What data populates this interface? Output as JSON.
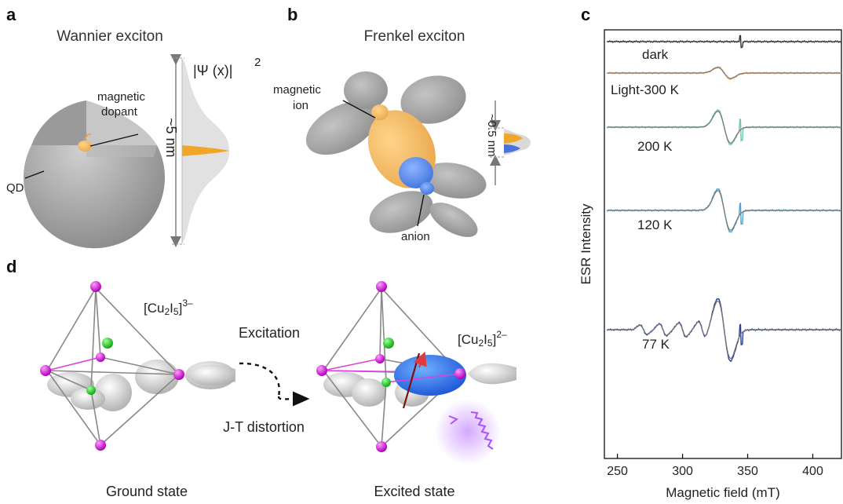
{
  "panels": {
    "a": {
      "letter": "a",
      "title": "Wannier exciton",
      "dopant_label_1": "magnetic",
      "dopant_label_2": "dopant",
      "qd_label": "QD",
      "size_label": "~5 nm",
      "wavefunction_label": "|Ψ (x)|",
      "wavefunction_exp": "2"
    },
    "b": {
      "letter": "b",
      "title": "Frenkel exciton",
      "ion_label_1": "magnetic",
      "ion_label_2": "ion",
      "anion_label": "anion",
      "size_label": "~0.5 nm"
    },
    "c": {
      "letter": "c",
      "ylabel": "ESR Intensity",
      "xlabel": "Magnetic field (mT)"
    },
    "d": {
      "letter": "d",
      "ground_formula": "[Cu",
      "ground_sub": "2",
      "ground_mid": "I",
      "ground_sub2": "5",
      "ground_close": "]",
      "ground_charge": "3–",
      "excited_charge": "2–",
      "excitation_label": "Excitation",
      "distortion_label": "J-T distortion",
      "ground_caption": "Ground state",
      "excited_caption": "Excited state"
    }
  },
  "chart_data": {
    "type": "line",
    "xlabel": "Magnetic field (mT)",
    "ylabel": "ESR Intensity",
    "xlim": [
      240,
      422
    ],
    "xticks": [
      250,
      300,
      350,
      400
    ],
    "series": [
      {
        "name": "dark",
        "color": "#333333",
        "baseline": 0.0,
        "amp": 0.0,
        "center": 335,
        "sharp": true
      },
      {
        "name": "Light-300 K",
        "color": "#f2a25c",
        "baseline": 0.0,
        "amp": 1.0,
        "center": 335,
        "sharp": false
      },
      {
        "name": "200 K",
        "color": "#6fc7a1",
        "baseline": 0.0,
        "amp": 2.2,
        "center": 335,
        "sharp": true
      },
      {
        "name": "120 K",
        "color": "#4fa3d1",
        "baseline": 0.0,
        "amp": 3.0,
        "center": 335,
        "sharp": true
      },
      {
        "name": "77 K",
        "color": "#2b3f8f",
        "baseline": 0.0,
        "amp": 4.6,
        "center": 335,
        "sharp": true,
        "hyperfine": true
      }
    ]
  }
}
